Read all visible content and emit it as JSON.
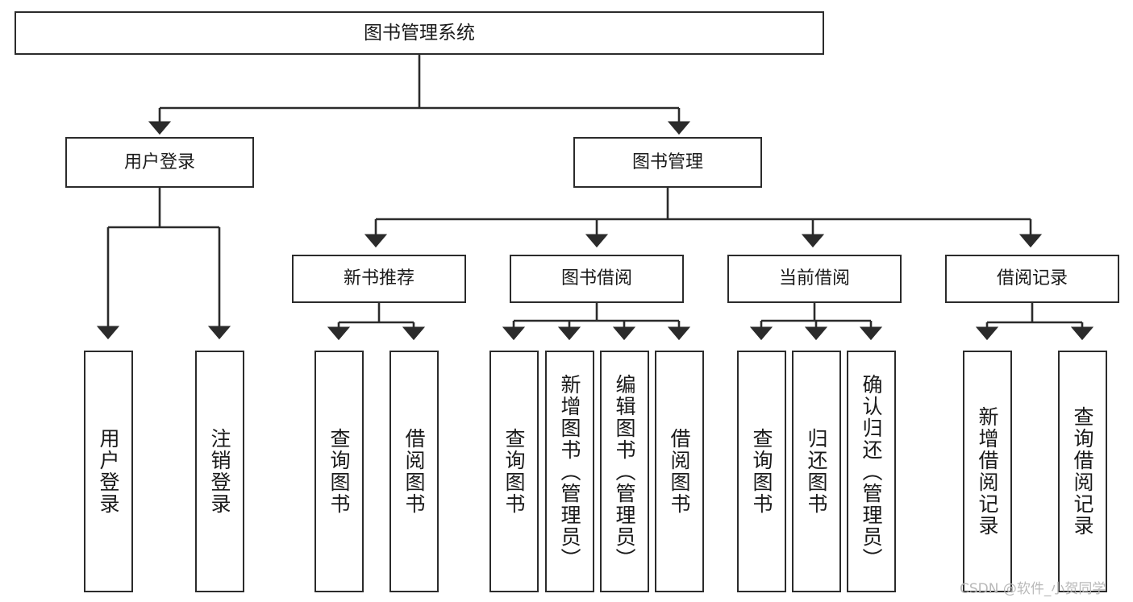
{
  "diagram": {
    "title": "图书管理系统",
    "type": "tree-hierarchy-diagram",
    "colors": {
      "box_border": "#2b2b2b",
      "box_fill": "#ffffff",
      "connector": "#2b2b2b",
      "text": "#1a1a1a",
      "background": "#ffffff",
      "watermark": "#b9b9b9"
    },
    "watermark": "CSDN @软件_小贺同学",
    "nodes": {
      "root": {
        "label": "图书管理系统"
      },
      "level2": [
        {
          "label": "用户登录"
        },
        {
          "label": "图书管理"
        }
      ],
      "level3": [
        {
          "label": "新书推荐"
        },
        {
          "label": "图书借阅"
        },
        {
          "label": "当前借阅"
        },
        {
          "label": "借阅记录"
        }
      ],
      "leaves": [
        {
          "label": "用户登录",
          "parent": "用户登录"
        },
        {
          "label": "注销登录",
          "parent": "用户登录"
        },
        {
          "label": "查询图书",
          "parent": "新书推荐"
        },
        {
          "label": "借阅图书",
          "parent": "新书推荐"
        },
        {
          "label": "查询图书",
          "parent": "图书借阅"
        },
        {
          "label": "新增图书（管理员）",
          "parent": "图书借阅"
        },
        {
          "label": "编辑图书（管理员）",
          "parent": "图书借阅"
        },
        {
          "label": "借阅图书",
          "parent": "图书借阅"
        },
        {
          "label": "查询图书",
          "parent": "当前借阅"
        },
        {
          "label": "归还图书",
          "parent": "当前借阅"
        },
        {
          "label": "确认归还（管理员）",
          "parent": "当前借阅"
        },
        {
          "label": "新增借阅记录",
          "parent": "借阅记录"
        },
        {
          "label": "查询借阅记录",
          "parent": "借阅记录"
        }
      ]
    }
  }
}
